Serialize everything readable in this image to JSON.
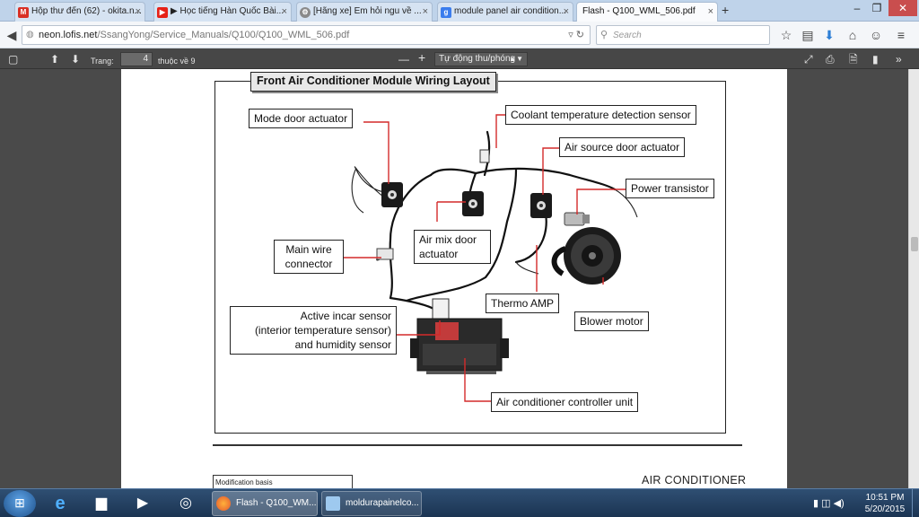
{
  "browser": {
    "tabs": [
      {
        "label": "Hộp thư đến (62) - okita.n...",
        "icon": "gmail-icon",
        "icon_color": "#d93025"
      },
      {
        "label": "▶ Học tiếng Hàn Quốc Bài...",
        "icon": "youtube-icon",
        "icon_color": "#e62117"
      },
      {
        "label": "[Hãng xe] Em hỏi ngu về ...",
        "icon": "forum-icon",
        "icon_color": "#8a8a8a"
      },
      {
        "label": "module panel air condition...",
        "icon": "google-icon",
        "icon_color": "#3b7ded"
      },
      {
        "label": "Flash - Q100_WML_506.pdf",
        "icon": "pdf-icon",
        "icon_color": "#888888"
      }
    ],
    "new_tab": "+",
    "url_host": "neon.lofis.net",
    "url_path": "/SsangYong/Service_Manuals/Q100/Q100_WML_506.pdf",
    "search_placeholder": "Search"
  },
  "pdf_toolbar": {
    "page_label": "Trang:",
    "page_value": "4",
    "page_total": "thuộc về 9",
    "zoom_minus": "—",
    "zoom_plus": "+",
    "zoom_value": "Tự động thu/phóng"
  },
  "diagram": {
    "title": "Front Air Conditioner Module Wiring Layout",
    "labels": {
      "mode_door": "Mode door actuator",
      "coolant": "Coolant temperature detection sensor",
      "air_source": "Air source door actuator",
      "power_transistor": "Power transistor",
      "main_wire_1": "Main wire",
      "main_wire_2": "connector",
      "air_mix_1": "Air mix door",
      "air_mix_2": "actuator",
      "thermo": "Thermo AMP",
      "blower": "Blower motor",
      "incar_1": "Active incar sensor",
      "incar_2": "(interior temperature sensor)",
      "incar_3": "and humidity sensor",
      "controller": "Air conditioner controller unit"
    },
    "leader_color": "#d42a2a"
  },
  "page_footer": {
    "modification": "Modification basis",
    "section": "AIR CONDITIONER"
  },
  "taskbar": {
    "tasks": [
      {
        "label": "Flash - Q100_WM...",
        "icon": "firefox-icon"
      },
      {
        "label": "moldurapainelco...",
        "icon": "image-viewer-icon"
      }
    ],
    "time": "10:51 PM",
    "date": "5/20/2015"
  }
}
